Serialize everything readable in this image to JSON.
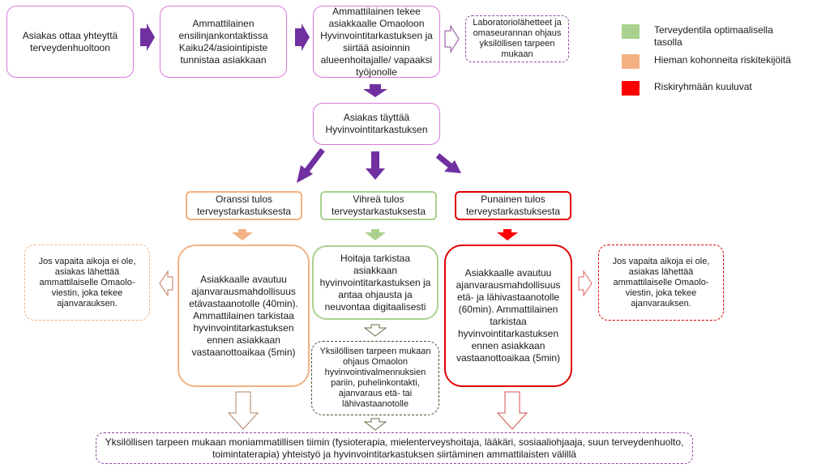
{
  "top_row": {
    "step1": "Asiakas ottaa yhteyttä terveydenhuoltoon",
    "step2": "Ammattilainen ensilinjankontaktissa Kaiku24/asiointipiste tunnistaa asiakkaan",
    "step3": "Ammattilainen tekee asiakkaalle Omaoloon Hyvinvointitarkastuksen ja siirtää asioinnin alueenhoitajalle/ vapaaksi työjonolle",
    "step4": "Laboratoriolähetteet ja omaseurannan ohjaus yksilöllisen tarpeen mukaan"
  },
  "center": {
    "fill_check": "Asiakas täyttää Hyvinvointitarkastuksen"
  },
  "results": {
    "orange": "Oranssi tulos terveystarkastuksesta",
    "green": "Vihreä tulos terveystarkastuksesta",
    "red": "Punainen tulos terveystarkastuksesta"
  },
  "actions": {
    "orange": "Asiakkaalle avautuu ajanvarausmahdollisuus etävastaanotolle (40min). Ammattilainen tarkistaa hyvinvointitarkastuksen ennen asiakkaan vastaanottoaikaa (5min)",
    "green": "Hoitaja tarkistaa asiakkaan hyvinvointitarkastuksen ja antaa ohjausta ja neuvontaa digitaalisesti",
    "red": "Asiakkaalle avautuu ajanvarausmahdollisuus etä- ja lähivastaanotolle (60min). Ammattilainen tarkistaa hyvinvointitarkastuksen ennen asiakkaan vastaanottoaikaa (5min)"
  },
  "side_notes": {
    "left": "Jos vapaita aikoja ei ole, asiakas lähettää ammattilaiselle Omaolo-viestin, joka tekee ajanvarauksen.",
    "right": "Jos vapaita aikoja ei ole, asiakas lähettää ammattilaiselle Omaolo-viestin, joka tekee ajanvarauksen."
  },
  "green_followup": "Yksilöllisen tarpeen mukaan ohjaus Omaolon hyvinvointivalmennuksien pariin, puhelinkontakti, ajanvaraus etä- tai lähivastaanotolle",
  "bottom": "Yksilöllisen tarpeen mukaan moniammatillisen tiimin (fysioterapia, mielenterveyshoitaja, lääkäri, sosiaaliohjaaja, suun terveydenhuolto, toimintaterapia) yhteistyö ja hyvinvointitarkastuksen siirtäminen ammattilaisten välillä",
  "legend": [
    {
      "label": "Terveydentila optimaalisella tasolla",
      "color": "#a9d18e"
    },
    {
      "label": "Hieman kohonneita riskitekijöitä",
      "color": "#f4b183"
    },
    {
      "label": "Riskiryhmään kuuluvat",
      "color": "#ff0000"
    }
  ],
  "colors": {
    "purple_arrow": "#7030a0",
    "orange_arrow": "#f4b183",
    "green_arrow": "#a9d18e",
    "red_arrow": "#ff0000"
  }
}
